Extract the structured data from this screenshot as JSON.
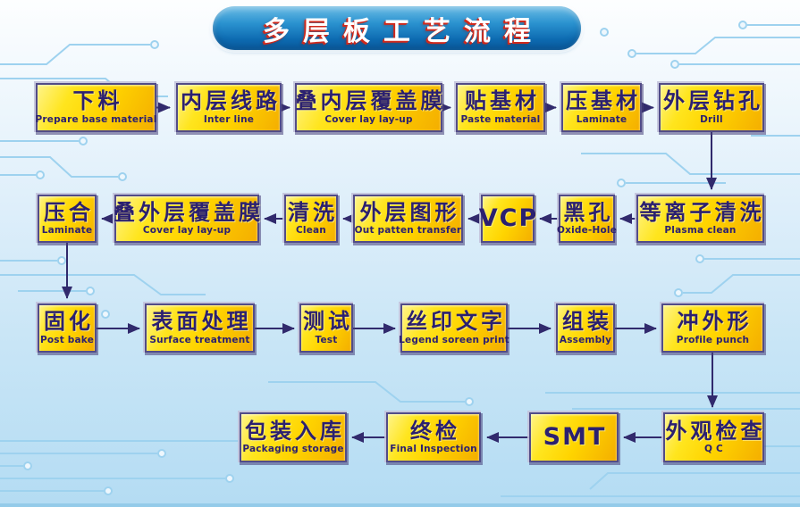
{
  "title": "多层板工艺流程",
  "colors": {
    "banner_blue": "#1179bd",
    "title_text": "#ffffff",
    "title_shadow_red": "#d0291c",
    "box_gold_light": "#fff489",
    "box_gold_dark": "#f4ae00",
    "box_border": "#524c87",
    "box_text": "#2b2070",
    "arrow": "#312a6d",
    "background_top": "#fdfeff",
    "background_bottom": "#b4dcf3",
    "trace_blue": "#9ed2ef"
  },
  "steps": {
    "prepare": {
      "cn": "下料",
      "en": "Prepare base material"
    },
    "inner_line": {
      "cn": "内层线路",
      "en": "Inter line"
    },
    "inner_coverlay": {
      "cn": "叠内层覆盖膜",
      "en": "Cover lay lay-up"
    },
    "paste": {
      "cn": "贴基材",
      "en": "Paste material"
    },
    "laminate_base": {
      "cn": "压基材",
      "en": "Laminate"
    },
    "drill": {
      "cn": "外层钻孔",
      "en": "Drill"
    },
    "plasma": {
      "cn": "等离子清洗",
      "en": "Plasma clean"
    },
    "oxide_hole": {
      "cn": "黑孔",
      "en": "Oxide-Hole"
    },
    "vcp": {
      "cn": "VCP",
      "en": ""
    },
    "outer_pattern": {
      "cn": "外层图形",
      "en": "Out patten transfer"
    },
    "clean": {
      "cn": "清洗",
      "en": "Clean"
    },
    "outer_coverlay": {
      "cn": "叠外层覆盖膜",
      "en": "Cover lay lay-up"
    },
    "press": {
      "cn": "压合",
      "en": "Laminate"
    },
    "post_bake": {
      "cn": "固化",
      "en": "Post bake"
    },
    "surface": {
      "cn": "表面处理",
      "en": "Surface treatment"
    },
    "test": {
      "cn": "测试",
      "en": "Test"
    },
    "legend_print": {
      "cn": "丝印文字",
      "en": "Legend soreen print"
    },
    "assembly": {
      "cn": "组装",
      "en": "Assembly"
    },
    "profile_punch": {
      "cn": "冲外形",
      "en": "Profile punch"
    },
    "qc": {
      "cn": "外观检查",
      "en": "Q C"
    },
    "smt": {
      "cn": "SMT",
      "en": ""
    },
    "final_inspection": {
      "cn": "终检",
      "en": "Final Inspection"
    },
    "packaging": {
      "cn": "包装入库",
      "en": "Packaging storage"
    }
  },
  "rows": [
    {
      "direction": "left-to-right",
      "step_keys": [
        "prepare",
        "inner_line",
        "inner_coverlay",
        "paste",
        "laminate_base",
        "drill"
      ]
    },
    {
      "direction": "right-to-left",
      "step_keys": [
        "plasma",
        "oxide_hole",
        "vcp",
        "outer_pattern",
        "clean",
        "outer_coverlay",
        "press"
      ]
    },
    {
      "direction": "left-to-right",
      "step_keys": [
        "post_bake",
        "surface",
        "test",
        "legend_print",
        "assembly",
        "profile_punch"
      ]
    },
    {
      "direction": "right-to-left",
      "step_keys": [
        "qc",
        "smt",
        "final_inspection",
        "packaging"
      ]
    }
  ]
}
